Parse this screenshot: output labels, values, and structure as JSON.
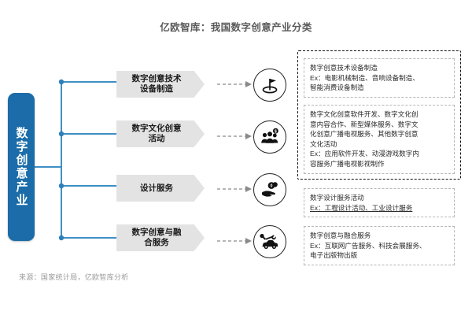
{
  "header": {
    "title": "亿欧智库：我国数字创意产业分类"
  },
  "root": {
    "label": "数字创意产业"
  },
  "categories": [
    {
      "label_line1": "数字创意技术",
      "label_line2": "设备制造",
      "icon": "flag-marker-icon"
    },
    {
      "label_line1": "数字文化创意",
      "label_line2": "活动",
      "icon": "people-money-icon"
    },
    {
      "label_line1": "设计服务",
      "label_line2": "",
      "icon": "hand-coins-icon"
    },
    {
      "label_line1": "数字创意与融",
      "label_line2": "合服务",
      "icon": "car-wrench-icon"
    }
  ],
  "descriptions": [
    {
      "lines": [
        "数字创意技术设备制造",
        "Ex：电影机械制造、音响设备制造、",
        "智能消费设备制造"
      ]
    },
    {
      "lines": [
        "数字文化创意软件开发、数字文化创",
        "意内容合作、新型媒体服务、数字文",
        "化创意广播电视服务、其他数字创意",
        "文化活动",
        "Ex：应用软件开发、动漫游戏数字内",
        "容服务广播电视影视制作"
      ]
    },
    {
      "lines": [
        "数字设计服务活动",
        "Ex：工程设计活动、工业设计服务"
      ]
    },
    {
      "lines": [
        "数字创意与融合服务",
        "Ex：互联网广告服务、科技会展服务、",
        "电子出版物出版"
      ]
    }
  ],
  "footer": {
    "source": "来源：国家统计局，亿欧智库分析"
  },
  "colors": {
    "trunk_blue": "#1b6ca8",
    "wire_blue": "#3e8fc4",
    "chevron_gray": "#e3e3e3",
    "title_gray": "#5a5a5a",
    "source_gray": "#9a9a9a",
    "dash_black": "#111111",
    "dash_gray": "#b6b6b6"
  }
}
